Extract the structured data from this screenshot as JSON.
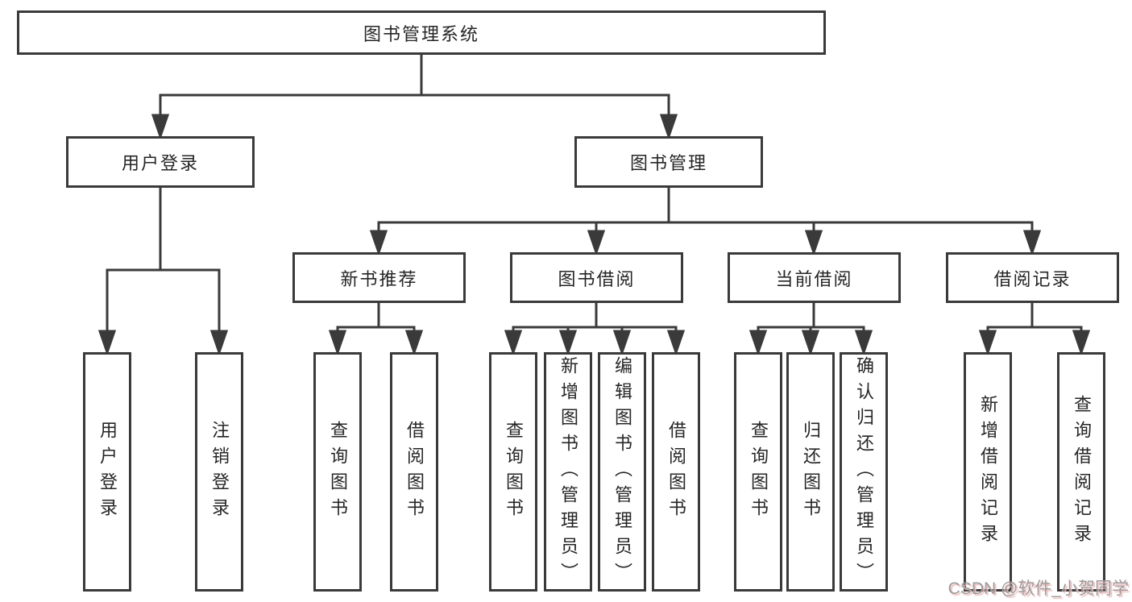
{
  "title": "图书管理系统",
  "watermark": "CSDN @软件_小贺同学",
  "colors": {
    "line": "#3a3a3a",
    "text": "#262626",
    "background": "#ffffff",
    "watermark_text": "#9c9c9c",
    "watermark_shadow": "#efbcbc"
  },
  "nodes": {
    "root": {
      "label": "图书管理系统"
    },
    "level2": [
      {
        "id": "user-login",
        "label": "用户登录"
      },
      {
        "id": "book-management",
        "label": "图书管理"
      }
    ],
    "level3": [
      {
        "id": "new-book-recommend",
        "label": "新书推荐"
      },
      {
        "id": "book-borrowing",
        "label": "图书借阅"
      },
      {
        "id": "current-borrowing",
        "label": "当前借阅"
      },
      {
        "id": "borrowing-records",
        "label": "借阅记录"
      }
    ],
    "leaves": [
      {
        "id": "user-login-leaf",
        "label": "用户登录"
      },
      {
        "id": "logout-leaf",
        "label": "注销登录"
      },
      {
        "id": "query-books-recommend",
        "label": "查询图书"
      },
      {
        "id": "borrow-books-recommend",
        "label": "借阅图书"
      },
      {
        "id": "query-books-borrowing",
        "label": "查询图书"
      },
      {
        "id": "add-books-admin",
        "label": "新增图书（管理员）"
      },
      {
        "id": "edit-books-admin",
        "label": "编辑图书（管理员）"
      },
      {
        "id": "borrow-books-borrowing",
        "label": "借阅图书"
      },
      {
        "id": "query-books-current",
        "label": "查询图书"
      },
      {
        "id": "return-books",
        "label": "归还图书"
      },
      {
        "id": "confirm-return-admin",
        "label": "确认归还（管理员）"
      },
      {
        "id": "add-borrow-record",
        "label": "新增借阅记录"
      },
      {
        "id": "query-borrow-record",
        "label": "查询借阅记录"
      }
    ]
  }
}
